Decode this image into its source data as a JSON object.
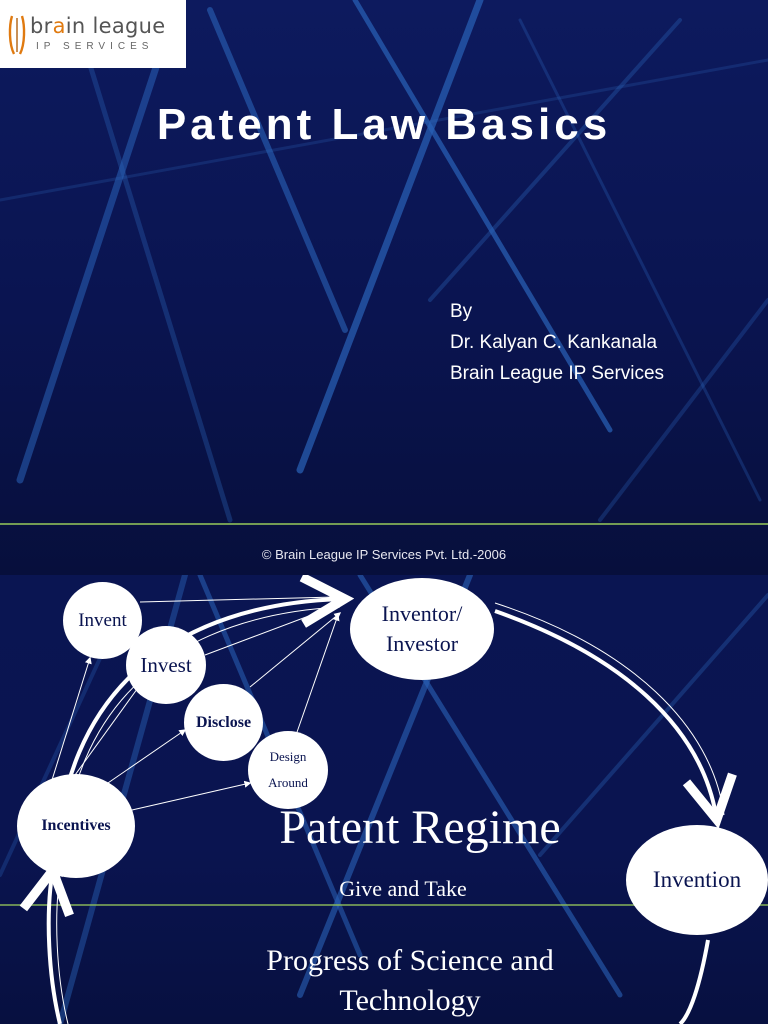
{
  "slide1": {
    "logo": {
      "brand": "brain league",
      "tagline": "IP SERVICES"
    },
    "title": "Patent Law Basics",
    "byline": [
      "By",
      "Dr. Kalyan C. Kankanala",
      "Brain League IP Services"
    ],
    "footer": "© Brain League IP Services Pvt. Ltd.-2006"
  },
  "slide2": {
    "nodes": {
      "invent": "Invent",
      "invest": "Invest",
      "disclose": "Disclose",
      "design_around_1": "Design",
      "design_around_2": "Around",
      "incentives": "Incentives",
      "inventor_1": "Inventor/",
      "inventor_2": "Investor",
      "invention": "Invention"
    },
    "heading": "Patent Regime",
    "subheading": "Give and Take",
    "progress_1": "Progress of Science and",
    "progress_2": "Technology"
  },
  "colors": {
    "background": "#0b1650",
    "accent_line": "#8fbf5a",
    "text": "#ffffff",
    "node_text": "#0a1450"
  }
}
